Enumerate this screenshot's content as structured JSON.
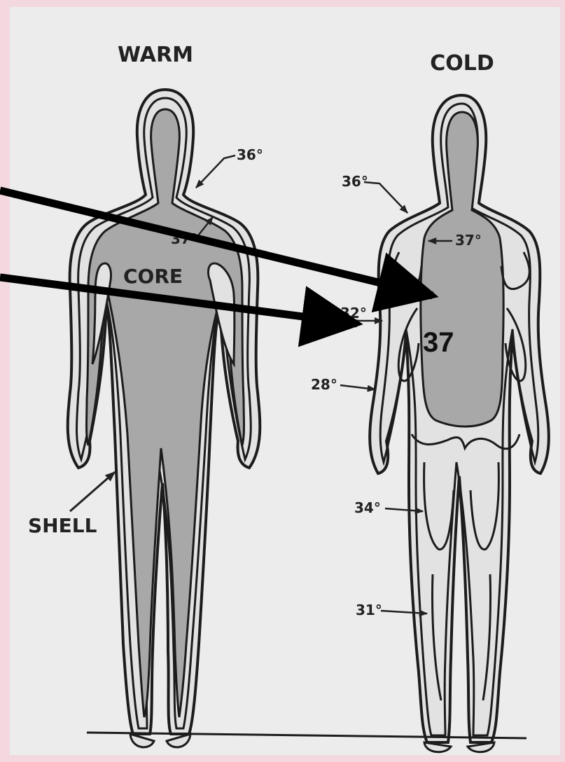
{
  "titles": {
    "warm": "WARM",
    "cold": "COLD"
  },
  "warm_labels": {
    "shell_temp": "36°",
    "core_temp": "37°",
    "core": "CORE",
    "shell": "SHELL"
  },
  "cold_labels": {
    "shoulder": "36°",
    "trunk": "37°",
    "upper_arm": "32°",
    "forearm": "28°",
    "thigh": "34°",
    "calf": "31°"
  },
  "overlay_value": "37",
  "colors": {
    "page_background": "#f3d9df",
    "panel_background": "#ececec",
    "core_fill": "#a8a8a8",
    "shell_fill": "#e2e2e2",
    "outline": "#1c1c1c",
    "arrow": "#000000"
  }
}
